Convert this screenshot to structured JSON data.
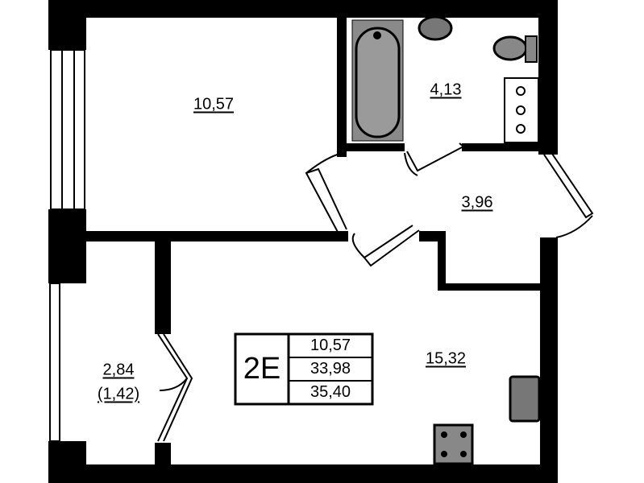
{
  "rooms": {
    "room": {
      "area": "10,57"
    },
    "bathroom": {
      "area": "4,13"
    },
    "hallway": {
      "area": "3,96"
    },
    "balcony": {
      "area": "2,84",
      "reduced_area": "(1,42)"
    },
    "kitchen_living": {
      "area": "15,32"
    }
  },
  "info_box": {
    "type": "2E",
    "living_area": "10,57",
    "total_area": "33,98",
    "total_with_balcony": "35,40"
  },
  "colors": {
    "wall": "#000000",
    "fixture": "#8a8a8a",
    "background": "#ffffff"
  }
}
